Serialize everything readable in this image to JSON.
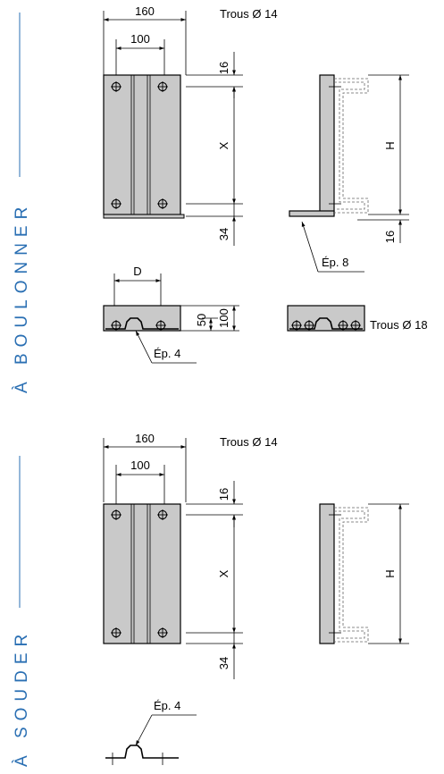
{
  "sections": {
    "bolt": "À BOULONNER",
    "weld": "À SOUDER"
  },
  "section_color": "#2a6fb3",
  "plate_color": "#c9c9c9",
  "bolt": {
    "w160": "160",
    "w100": "100",
    "holes_top": "Trous Ø 14",
    "d16": "16",
    "dX": "X",
    "d34": "34",
    "dH": "H",
    "d16_side": "16",
    "ep8": "Ép. 8",
    "dD": "D",
    "d50": "50",
    "d100": "100",
    "ep4": "Ép. 4",
    "holes_18": "Trous Ø 18"
  },
  "weld": {
    "w160": "160",
    "w100": "100",
    "holes_top": "Trous Ø 14",
    "d16": "16",
    "dX": "X",
    "d34": "34",
    "dH": "H",
    "ep4": "Ép. 4"
  }
}
